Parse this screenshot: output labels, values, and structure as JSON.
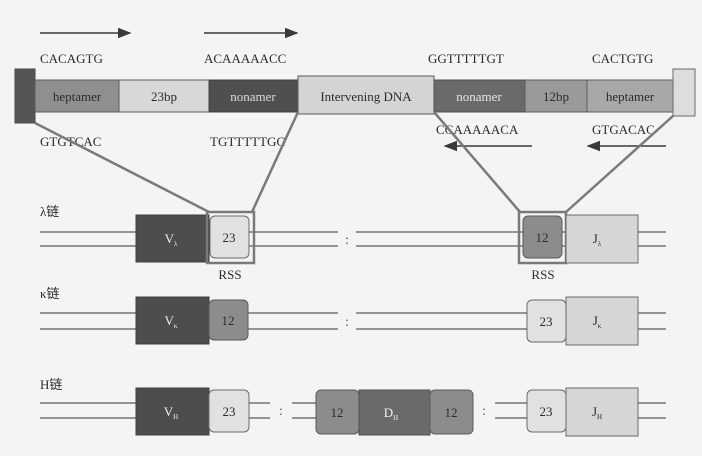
{
  "colors": {
    "background": "#f4f4f2",
    "dark": "#4a4a4a",
    "mid": "#7f7f7f",
    "light": "#cfcfcf",
    "line": "#4f4f4f",
    "text": "#2b2b2b"
  },
  "top_strip": {
    "upper_sequences": [
      "CACAGTG",
      "ACAAAAACC",
      "GGTTTTTGT",
      "CACTGTG"
    ],
    "lower_sequences": [
      "GTGTCAC",
      "TGTTTTTGG",
      "CCAAAAACA",
      "GTGACAC"
    ],
    "segments": [
      "heptamer",
      "23bp",
      "nonamer",
      "Intervening DNA",
      "nonamer",
      "12bp",
      "heptamer"
    ]
  },
  "rss_label": "RSS",
  "chains": [
    {
      "label": "λ链",
      "v": {
        "main": "V",
        "sub": "λ"
      },
      "v_spacer": "23",
      "j_spacer": "12",
      "j": {
        "main": "J",
        "sub": "λ"
      }
    },
    {
      "label": "κ链",
      "v": {
        "main": "V",
        "sub": "κ"
      },
      "v_spacer": "12",
      "j_spacer": "23",
      "j": {
        "main": "J",
        "sub": "κ"
      }
    },
    {
      "label": "H链",
      "v": {
        "main": "V",
        "sub": "H"
      },
      "v_spacer": "23",
      "d_left_spacer": "12",
      "d": {
        "main": "D",
        "sub": "H"
      },
      "d_right_spacer": "12",
      "j_spacer": "23",
      "j": {
        "main": "J",
        "sub": "H"
      }
    }
  ]
}
